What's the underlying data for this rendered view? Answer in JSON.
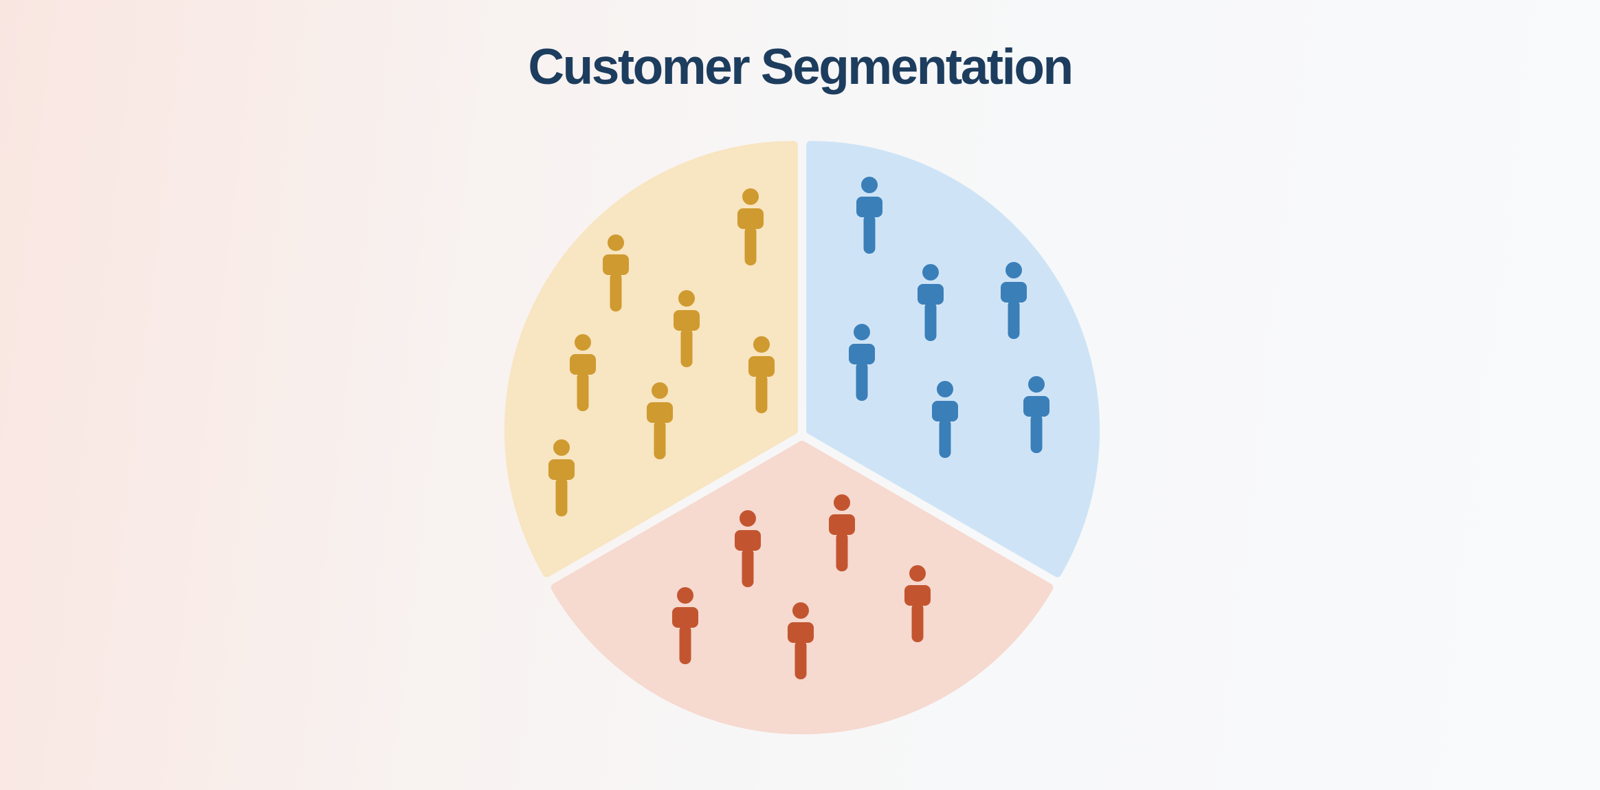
{
  "page": {
    "title": "Customer Segmentation"
  },
  "colors": {
    "title_text": "#1d3d5e",
    "background_left_pink": "#f9e6e1",
    "background_right_blue_white": "#f8fafc",
    "slice_gap": "#f8f9fa"
  },
  "chart_data": {
    "type": "pie",
    "title": "Customer Segmentation",
    "subtitle": "",
    "legend_position": "none",
    "axis": "none",
    "segments": [
      {
        "id": "gold",
        "position": "top-left",
        "angle_deg": 120,
        "share_pct": 33.3,
        "people_count": 7,
        "slice_color": "#f8e5c1",
        "icon_color": "#cf9a30",
        "people": [
          [
            1092,
            330
          ],
          [
            896,
            397
          ],
          [
            999,
            478
          ],
          [
            848,
            542
          ],
          [
            1108,
            545
          ],
          [
            960,
            612
          ],
          [
            817,
            695
          ]
        ]
      },
      {
        "id": "blue",
        "position": "top-right",
        "angle_deg": 120,
        "share_pct": 33.3,
        "people_count": 6,
        "slice_color": "#cee4f6",
        "icon_color": "#3b7fb9",
        "people": [
          [
            1265,
            313
          ],
          [
            1354,
            440
          ],
          [
            1475,
            437
          ],
          [
            1254,
            527
          ],
          [
            1375,
            610
          ],
          [
            1508,
            603
          ]
        ]
      },
      {
        "id": "red",
        "position": "bottom",
        "angle_deg": 120,
        "share_pct": 33.3,
        "people_count": 5,
        "slice_color": "#f6d9cf",
        "icon_color": "#c25530",
        "people": [
          [
            1088,
            798
          ],
          [
            1225,
            775
          ],
          [
            997,
            910
          ],
          [
            1165,
            932
          ],
          [
            1335,
            878
          ]
        ]
      }
    ],
    "total_people": 18
  }
}
